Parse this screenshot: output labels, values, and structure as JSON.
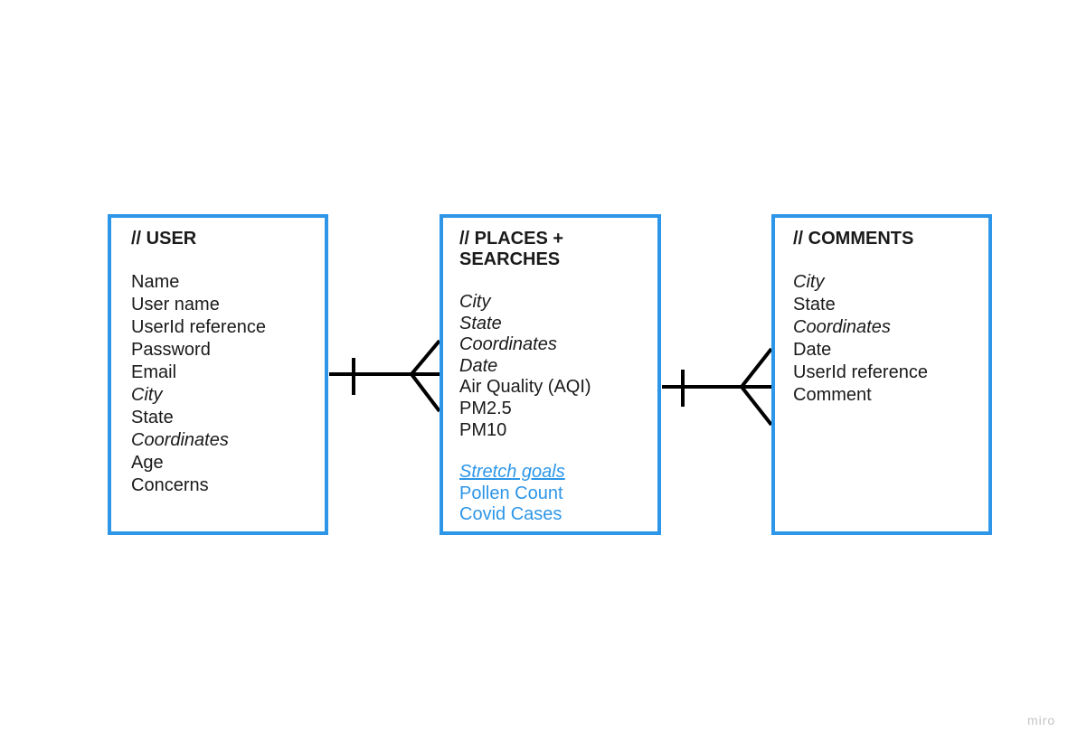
{
  "entities": {
    "user": {
      "title": "// USER",
      "fields": [
        {
          "text": "Name",
          "italic": false
        },
        {
          "text": "User name",
          "italic": false
        },
        {
          "text": "UserId reference",
          "italic": false
        },
        {
          "text": "Password",
          "italic": false
        },
        {
          "text": "Email",
          "italic": false
        },
        {
          "text": "City",
          "italic": true
        },
        {
          "text": "State",
          "italic": false
        },
        {
          "text": "Coordinates",
          "italic": true
        },
        {
          "text": "Age",
          "italic": false
        },
        {
          "text": "Concerns",
          "italic": false
        }
      ]
    },
    "places": {
      "title": "// PLACES + SEARCHES",
      "fields": [
        {
          "text": "City",
          "italic": true
        },
        {
          "text": "State",
          "italic": true
        },
        {
          "text": "Coordinates",
          "italic": true
        },
        {
          "text": "Date",
          "italic": true
        },
        {
          "text": "Air Quality (AQI)",
          "italic": false
        },
        {
          "text": "PM2.5",
          "italic": false
        },
        {
          "text": "PM10",
          "italic": false
        }
      ],
      "stretch": {
        "title": "Stretch goals",
        "items": [
          "Pollen Count",
          "Covid Cases"
        ]
      }
    },
    "comments": {
      "title": "// COMMENTS",
      "fields": [
        {
          "text": "City",
          "italic": true
        },
        {
          "text": "State",
          "italic": false
        },
        {
          "text": "Coordinates",
          "italic": true
        },
        {
          "text": "Date",
          "italic": false
        },
        {
          "text": "UserId reference",
          "italic": false
        },
        {
          "text": "Comment",
          "italic": false
        }
      ]
    }
  },
  "relationships": [
    {
      "from": "user",
      "to": "places",
      "from_cardinality": "one",
      "to_cardinality": "many"
    },
    {
      "from": "places",
      "to": "comments",
      "from_cardinality": "one",
      "to_cardinality": "many"
    }
  ],
  "colors": {
    "entity_border": "#2d96e8",
    "stretch_text": "#2d96e8",
    "connector": "#000000",
    "watermark": "#c4c4c4"
  },
  "watermark": "miro"
}
